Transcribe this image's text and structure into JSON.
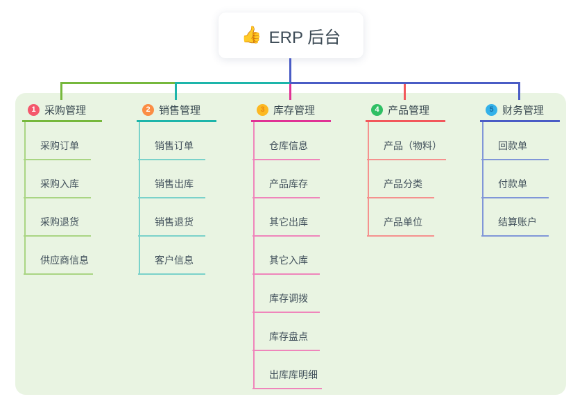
{
  "root": {
    "icon": "thumbs-up-emoji",
    "icon_glyph": "👍",
    "label": "ERP 后台"
  },
  "connector": {
    "stem_color": "#4a5cc5"
  },
  "panel_color": "#e9f4e2",
  "branches": [
    {
      "number": "1",
      "label": "采购管理",
      "badge_color": "#f4586c",
      "badge_text_color": "#ffffff",
      "line_color": "#76b83c",
      "child_line_color": "#a9d583",
      "children": [
        "采购订单",
        "采购入库",
        "采购退货",
        "供应商信息"
      ]
    },
    {
      "number": "2",
      "label": "销售管理",
      "badge_color": "#fb8d44",
      "badge_text_color": "#ffffff",
      "line_color": "#1db5aa",
      "child_line_color": "#7ad2ca",
      "children": [
        "销售订单",
        "销售出库",
        "销售退货",
        "客户信息"
      ]
    },
    {
      "number": "3",
      "label": "库存管理",
      "badge_color": "#fcb822",
      "badge_text_color": "#e98a12",
      "line_color": "#e03295",
      "child_line_color": "#ef85bb",
      "children": [
        "仓库信息",
        "产品库存",
        "其它出库",
        "其它入库",
        "库存调拨",
        "库存盘点",
        "出库库明细"
      ]
    },
    {
      "number": "4",
      "label": "产品管理",
      "badge_color": "#2fbf64",
      "badge_text_color": "#ffffff",
      "line_color": "#f2575b",
      "child_line_color": "#f5918e",
      "children": [
        "产品（物料）",
        "产品分类",
        "产品单位"
      ]
    },
    {
      "number": "5",
      "label": "财务管理",
      "badge_color": "#33b1e9",
      "badge_text_color": "#1a6fa8",
      "line_color": "#4a5cc5",
      "child_line_color": "#8096d8",
      "children": [
        "回款单",
        "付款单",
        "结算账户"
      ]
    }
  ]
}
